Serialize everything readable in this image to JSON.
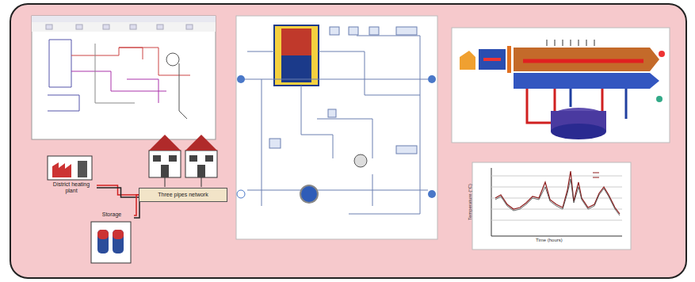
{
  "diagram": {
    "nodes": [
      {
        "text": [
          "District heating plant"
        ]
      },
      {
        "text": [
          "Three pipes network"
        ]
      },
      {
        "text": [
          "Storage"
        ]
      }
    ],
    "edges": [
      {
        "from": 0,
        "to": 1,
        "arrow": "none"
      },
      {
        "from": 2,
        "to": 1,
        "arrow": "none"
      }
    ],
    "labels": [
      "Time (hours)",
      "Temperature (°C)"
    ]
  }
}
